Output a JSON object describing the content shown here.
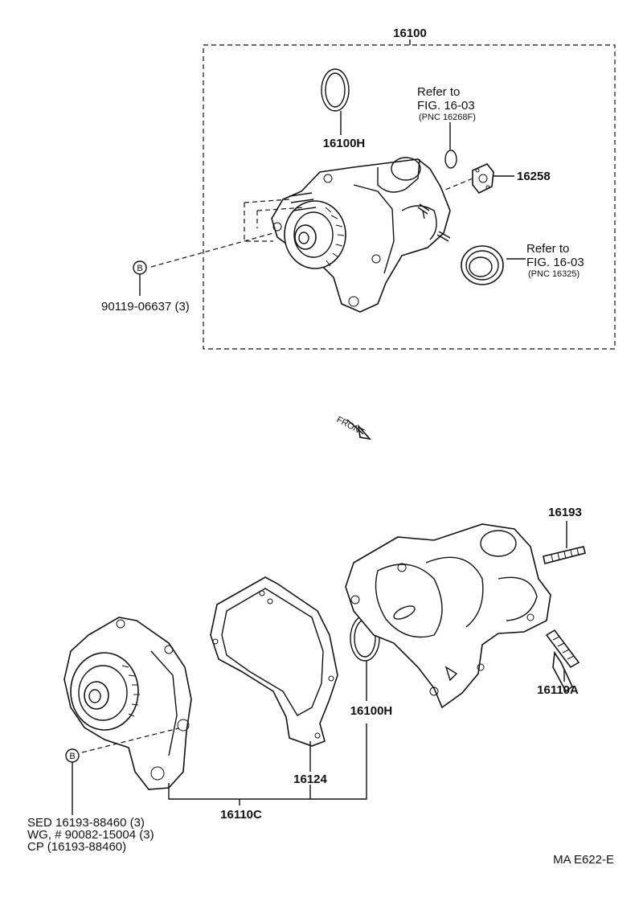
{
  "labels": {
    "assembly_top": "16100",
    "oring_top": "16100H",
    "refer1_line1": "Refer to",
    "refer1_line2": "FIG. 16-03",
    "refer1_pnc": "(PNC 16268F)",
    "gasket_small": "16258",
    "refer2_line1": "Refer to",
    "refer2_line2": "FIG. 16-03",
    "refer2_pnc": "(PNC 16325)",
    "bolt_marker_top": "B",
    "bolt_top_part": "90119-06637 (3)",
    "front_arrow": "FRONT",
    "stud_top": "16193",
    "stud_bottom": "16110A",
    "oring_bottom": "16100H",
    "gasket_large": "16124",
    "assembly_bottom": "16110C",
    "bolt_marker_bottom": "B",
    "note_sed": "SED    16193-88460 (3)",
    "note_wg": "WG, # 90082-15004 (3)",
    "note_cp": "CP     (16193-88460)",
    "drawing_code": "MA  E622-E"
  }
}
